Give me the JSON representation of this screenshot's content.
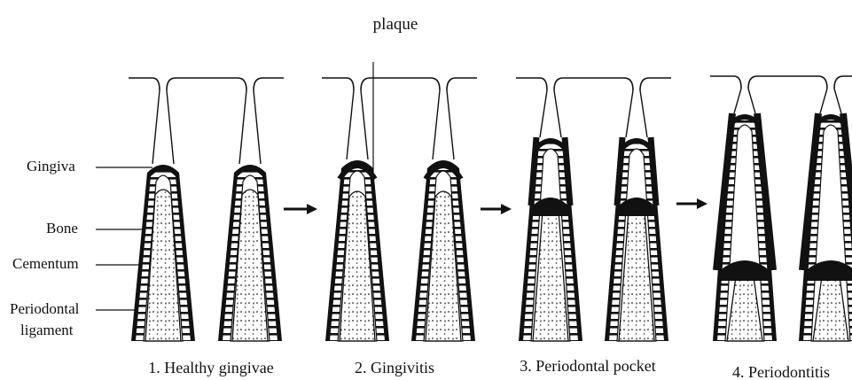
{
  "top_label": "plaque",
  "left_labels": {
    "gingiva": "Gingiva",
    "bone": "Bone",
    "cementum": "Cementum",
    "ligament_line1": "Periodontal",
    "ligament_line2": "ligament"
  },
  "stages": [
    {
      "caption": "1. Healthy gingivae",
      "gum_level": "healthy"
    },
    {
      "caption": "2. Gingivitis",
      "gum_level": "inflamed"
    },
    {
      "caption": "3. Periodontal pocket",
      "gum_level": "pocket"
    },
    {
      "caption": "4. Periodontitis",
      "gum_level": "bone-loss"
    }
  ],
  "colors": {
    "ink": "#111111",
    "paper": "#ffffff"
  }
}
